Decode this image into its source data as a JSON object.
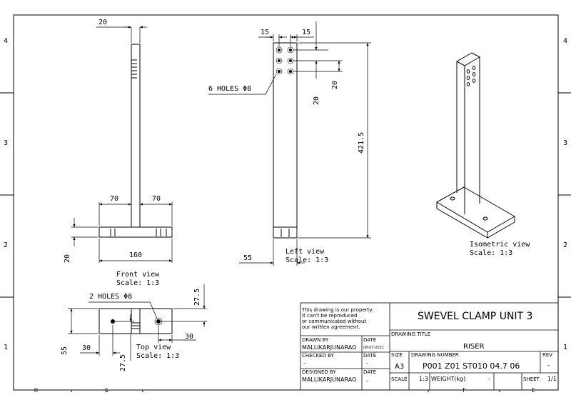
{
  "border": {
    "row_labels": [
      "4",
      "3",
      "2",
      "1"
    ],
    "col_labels": [
      "H",
      "G",
      "F",
      "E"
    ]
  },
  "front_view": {
    "title": "Front view",
    "scale": "Scale:  1:3",
    "dims": {
      "top_width": "20",
      "left_flange": "70",
      "right_flange": "70",
      "base_width": "160",
      "base_height": "20"
    }
  },
  "left_view": {
    "title": "Left view",
    "scale": "Scale:  1:3",
    "dims": {
      "left_offset": "15",
      "right_offset": "15",
      "hole_spacing_a": "20",
      "hole_spacing_b": "20",
      "height": "421.5",
      "base_depth": "55"
    },
    "holes_callout": "6 HOLES Φ8"
  },
  "top_view": {
    "title": "Top view",
    "scale": "Scale:  1:3",
    "holes_callout": "2 HOLES Φ8",
    "dims": {
      "depth": "55",
      "hole_x_left": "30",
      "hole_x_right": "30",
      "hole_y_top": "27.5",
      "hole_y_bottom": "27.5"
    }
  },
  "iso_view": {
    "title": "Isometric view",
    "scale": "Scale:  1:3"
  },
  "title_block": {
    "notice": [
      "This drawing is our property.",
      "It can't be reproduced",
      "or communicated without",
      "our written agreement."
    ],
    "project_title": "SWEVEL CLAMP UNIT 3",
    "drawing_title_label": "DRAWING TITLE",
    "drawing_title": "RISER",
    "drawn_by_label": "DRAWN BY",
    "drawn_by": "MALLIKARJUNARAO",
    "drawn_date_label": "DATE",
    "drawn_date": "08-07-2021",
    "checked_by_label": "CHECKED BY",
    "checked_by": "-",
    "checked_date_label": "DATE",
    "checked_date": "-",
    "designed_by_label": "DESIGNED BY",
    "designed_by": "MALLIKARJUNARAO",
    "designed_date_label": "DATE",
    "designed_date": "-",
    "size_label": "SIZE",
    "size": "A3",
    "drawing_number_label": "DRAWING NUMBER",
    "drawing_number": "P001 Z01 ST010 04.7 06",
    "rev_label": "REV",
    "rev": "-",
    "scale_label": "SCALE",
    "scale": "1:3",
    "weight_label": "WEIGHT(kg)",
    "weight": "-",
    "sheet_label": "SHEET",
    "sheet": "1/1"
  }
}
